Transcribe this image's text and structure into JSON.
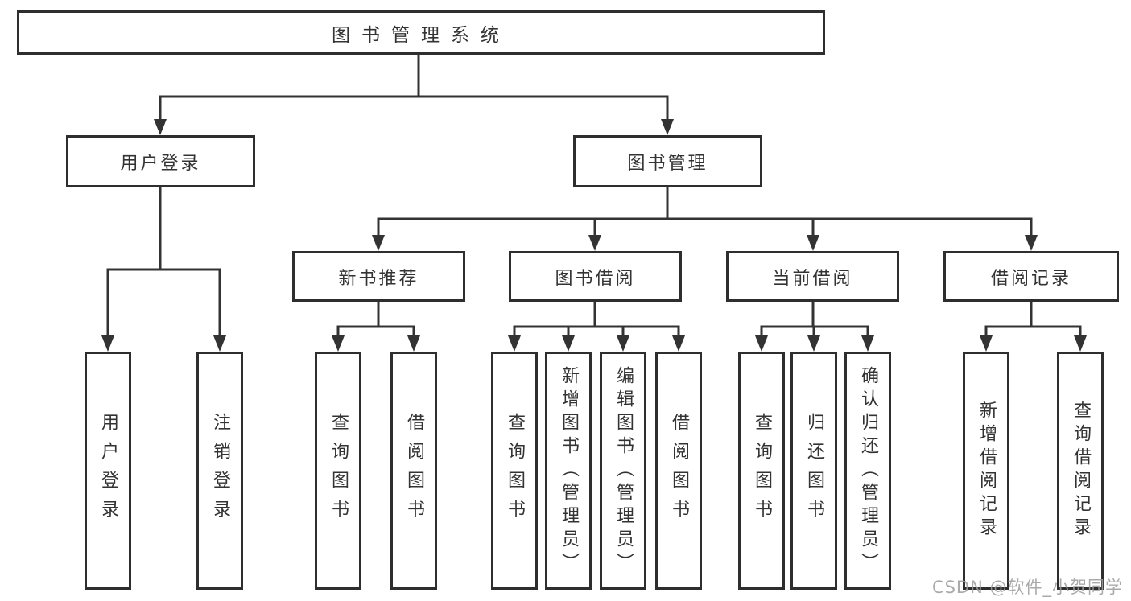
{
  "nodes": {
    "root": "图书管理系统",
    "user_login": "用户登录",
    "book_mgmt": "图书管理",
    "new_book_rec": "新书推荐",
    "book_borrow": "图书借阅",
    "current_borrow": "当前借阅",
    "borrow_records": "借阅记录",
    "leaf_user_login": "用户登录",
    "leaf_logout": "注销登录",
    "leaf_rec_query": "查询图书",
    "leaf_rec_borrow": "借阅图书",
    "leaf_bb_query": "查询图书",
    "leaf_bb_add": "新增图书（管理员）",
    "leaf_bb_edit": "编辑图书（管理员）",
    "leaf_bb_borrow": "借阅图书",
    "leaf_cb_query": "查询图书",
    "leaf_cb_return": "归还图书",
    "leaf_cb_confirm": "确认归还（管理员）",
    "leaf_br_add": "新增借阅记录",
    "leaf_br_query": "查询借阅记录"
  },
  "watermark": "CSDN @软件_小贺同学",
  "colors": {
    "line": "#333333",
    "box_border": "#2e2e2e",
    "text": "#333333",
    "watermark": "#9e9e9e",
    "background": "#ffffff"
  }
}
